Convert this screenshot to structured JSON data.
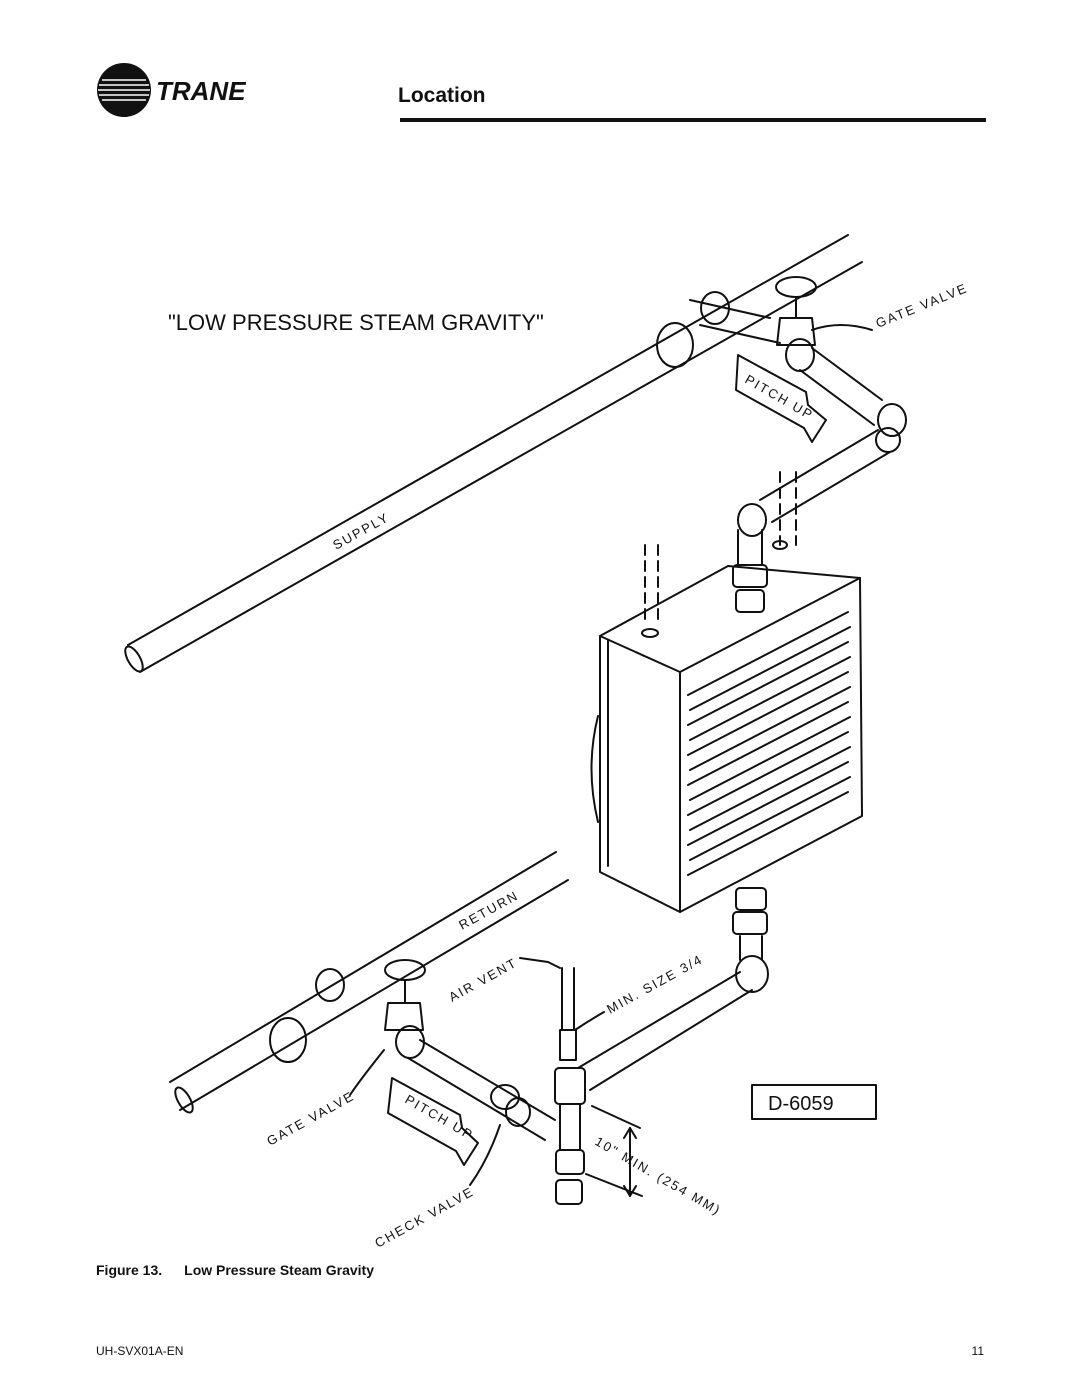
{
  "header": {
    "brand": "TRANE",
    "section_title": "Location"
  },
  "diagram": {
    "title": "\"LOW PRESSURE STEAM GRAVITY\"",
    "drawing_id": "D-6059",
    "labels": {
      "gate_valve_top": "GATE VALVE",
      "pitch_up_top": "PITCH UP",
      "supply": "SUPPLY",
      "return": "RETURN",
      "air_vent": "AIR VENT",
      "min_size": "MIN. SIZE 3/4",
      "gate_valve_bottom": "GATE VALVE",
      "pitch_up_bottom": "PITCH UP",
      "check_valve": "CHECK VALVE",
      "min_drop": "10\" MIN. (254 MM)"
    }
  },
  "caption": {
    "figure_label": "Figure 13.",
    "title": "Low Pressure Steam Gravity"
  },
  "footer": {
    "doc_id": "UH-SVX01A-EN",
    "page_number": "11"
  }
}
